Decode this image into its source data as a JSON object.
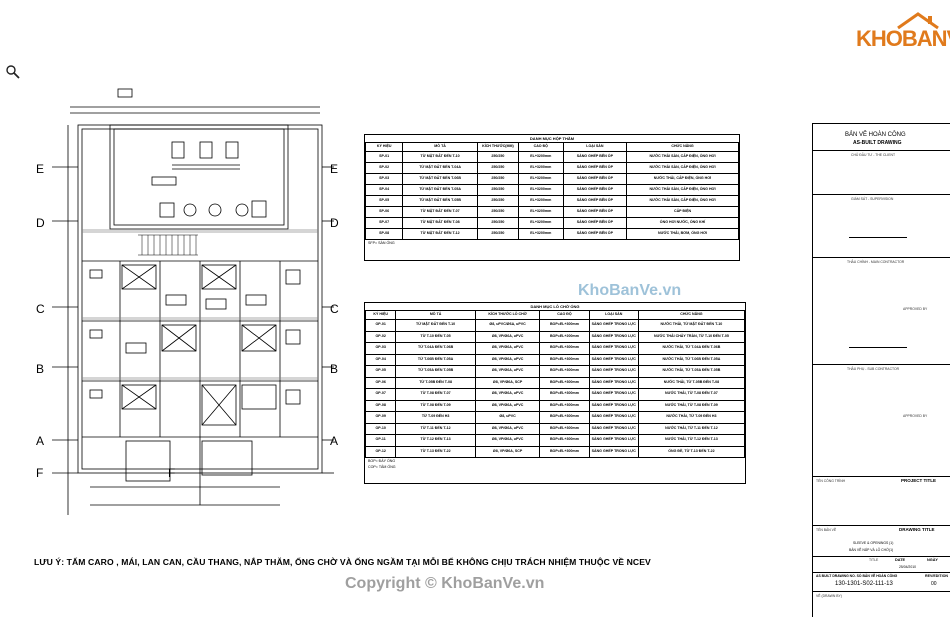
{
  "logo": {
    "text": "KHOBANVE"
  },
  "watermarks": {
    "center": "KhoBanVe.vn",
    "bottom": "Copyright © KhoBanVe.vn"
  },
  "note": "LƯU Ý: TẤM CARO , MÁI, LAN CAN, CẦU THANG, NẮP THĂM, ỐNG CHỜ VÀ ỐNG NGẦM TẠI MỖI BỂ KHÔNG CHỊU TRÁCH NHIỆM THUỘC VỀ NCEV",
  "plan": {
    "axes_left": [
      "E",
      "D",
      "C",
      "B",
      "A",
      "F"
    ],
    "axes_right": [
      "E",
      "D",
      "C",
      "B",
      "A",
      "F"
    ]
  },
  "table1": {
    "caption": "DANH MỤC HỘP THĂM",
    "headers": [
      "KÝ HIỆU",
      "MÔ TẢ",
      "KÍCH THƯỚC(MM)",
      "CAO ĐỘ",
      "LOẠI SÀN",
      "CHỨC NĂNG"
    ],
    "rows": [
      [
        "SP-01",
        "TỪ MẶT ĐẤT ĐẾN T-10",
        "250/250",
        "EL+3200mm",
        "SÀNG GHẾP BÊN ỐP",
        "NƯỚC THẢI SÀN, CẤP ĐIỆN, ỐNG HƠI"
      ],
      [
        "SP-02",
        "TỪ MẶT ĐẤT ĐẾN T-04A",
        "250/250",
        "EL+3200mm",
        "SÀNG GHẾP BÊN ỐP",
        "NƯỚC THẢI SÀN, CẤP ĐIỆN, ỐNG HƠI"
      ],
      [
        "SP-03",
        "TỪ MẶT ĐẤT ĐẾN T-06B",
        "250/250",
        "EL+3200mm",
        "SÀNG GHẾP BÊN ỐP",
        "NƯỚC THẢI, CẤP ĐIỆN, ỐNG HƠI"
      ],
      [
        "SP-04",
        "TỪ MẶT ĐẤT ĐẾN T-05A",
        "250/250",
        "EL+3200mm",
        "SÀNG GHẾP BÊN ỐP",
        "NƯỚC THẢI SÀN, CẤP ĐIỆN, ỐNG HƠI"
      ],
      [
        "SP-05",
        "TỪ MẶT ĐẤT ĐẾN T-05B",
        "250/250",
        "EL+3200mm",
        "SÀNG GHẾP BÊN ỐP",
        "NƯỚC THẢI SÀN, CẤP ĐIỆN, ỐNG HƠI"
      ],
      [
        "SP-06",
        "TỪ MẶT ĐẤT ĐẾN T-07",
        "250/250",
        "EL+3200mm",
        "SÀNG GHẾP BÊN ỐP",
        "CẤP ĐIỆN"
      ],
      [
        "SP-07",
        "TỪ MẶT ĐẤT ĐẾN T-08",
        "250/250",
        "EL+3200mm",
        "SÀNG GHẾP BÊN ỐP",
        "ỐNG HƠI NƯỚC, ỐNG KHÍ"
      ],
      [
        "SP-08",
        "TỪ MẶT ĐẤT ĐẾN T-12",
        "250/250",
        "EL+3200mm",
        "SÀNG GHẾP BÊN ỐP",
        "NƯỚC THẢI, BƠM, ỐNG HƠI"
      ]
    ],
    "note": "SFP= SÀN ỐNG"
  },
  "table2": {
    "caption": "DANH MỤC LỖ CHỜ ỐNG",
    "headers": [
      "KÝ HIỆU",
      "MÔ TẢ",
      "KÍCH THƯỚC LỖ CHỜ",
      "CAO ĐỘ",
      "LOẠI SÀN",
      "CHỨC NĂNG"
    ],
    "rows": [
      [
        "OP-01",
        "TỪ MẶT ĐẤT ĐẾN T-10",
        "Ø8, uPVC/Ø6A, uPVC",
        "BOP=EL+300mm",
        "SÀNG GHẾP TRONG LỰC",
        "NƯỚC THẢI, TỪ MẶT ĐẤT ĐẾN T-10"
      ],
      [
        "OP-02",
        "TỪ T-10 ĐẾN T-05",
        "Ø8, VP/Ø6A, uPVC",
        "BOP=EL+200mm",
        "SÀNG GHẾP TRONG LỰC",
        "NƯỚC THẢI CHẢY TRÀN, TỪ T-10 ĐẾN T-05"
      ],
      [
        "OP-03",
        "TỪ T-04A ĐẾN T-06B",
        "Ø8, VP/Ø6A, uPVC",
        "BOP=EL+300mm",
        "SÀNG GHẾP TRONG LỰC",
        "NƯỚC THẢI, TỪ T-04A ĐẾN T-06B"
      ],
      [
        "OP-04",
        "TỪ T-06B ĐẾN T-05A",
        "Ø8, VP/Ø6A, uPVC",
        "BOP=EL+300mm",
        "SÀNG GHẾP TRONG LỰC",
        "NƯỚC THẢI, TỪ T-06B ĐẾN T-05A"
      ],
      [
        "OP-05",
        "TỪ T-05A ĐẾN T-05B",
        "Ø8, VP/Ø6A, uPVC",
        "BOP=EL+300mm",
        "SÀNG GHẾP TRONG LỰC",
        "NƯỚC THẢI, TỪ T-05A ĐẾN T-05B"
      ],
      [
        "OP-06",
        "TỪ T-05B ĐẾN T-08",
        "Ø8, VP/Ø6A, SCP",
        "BOP=EL+300mm",
        "SÀNG GHẾP TRONG LỰC",
        "NƯỚC THẢI, TỪ T-05B ĐẾN T-08"
      ],
      [
        "OP-07",
        "TỪ T-08 ĐẾN T-07",
        "Ø8, VP/Ø6A, uPVC",
        "BOP=EL+300mm",
        "SÀNG GHẾP TRONG LỰC",
        "NƯỚC THẢI, TỪ T-08 ĐẾN T-07"
      ],
      [
        "OP-08",
        "TỪ T-08 ĐẾN T-09",
        "Ø8, VP/Ø6A, uPVC",
        "BOP=EL+300mm",
        "SÀNG GHẾP TRONG LỰC",
        "NƯỚC THẢI, TỪ T-08 ĐẾN T-09"
      ],
      [
        "OP-09",
        "TỪ T-09 ĐẾN H3",
        "Ø8, uPVC",
        "BOP=EL+300mm",
        "SÀNG GHẾP TRONG LỰC",
        "NƯỚC THẢI, TỪ T-09 ĐẾN H3"
      ],
      [
        "OP-10",
        "TỪ T-11 ĐẾN T-12",
        "Ø8, VP/Ø6A, uPVC",
        "BOP=EL+300mm",
        "SÀNG GHẾP TRONG LỰC",
        "NƯỚC THẢI, TỪ T-11 ĐẾN T-12"
      ],
      [
        "OP-11",
        "TỪ T-12 ĐẾN T-13",
        "Ø8, VP/Ø6A, uPVC",
        "BOP=EL+300mm",
        "SÀNG GHẾP TRONG LỰC",
        "NƯỚC THẢI, TỪ T-12 ĐẾN T-13"
      ],
      [
        "OP-12",
        "TỪ T-13 ĐẾN T-22",
        "Ø8, VP/Ø6A, SCP",
        "BOP=EL+300mm",
        "SÀNG GHẾP TRONG LỰC",
        "ỐNG ĐỀ, TỪ T-13 ĐẾN T-22"
      ]
    ],
    "notes": [
      "BOP= ĐÁY ỐNG",
      "COP= TÂM ỐNG"
    ]
  },
  "title_block": {
    "header_1": "BẢN VẼ HOÀN CÔNG",
    "header_2": "AS-BUILT DRAWING",
    "client": "CHỦ ĐẦU TƯ - THE CLIENT",
    "supervision": "GIÁM SÁT - SUPERVISION",
    "main_contractor": "THẦU CHÍNH - MAIN CONTRACTOR",
    "approved_1": "APPROVED BY",
    "sub_contractor": "THẦU PHỤ - SUB CONTRACTOR",
    "approved_2": "APPROVED BY",
    "project_vi": "TÊN CÔNG TRÌNH",
    "project_en": "PROJECT TITLE",
    "drawing_vi": "TÊN BẢN VẼ",
    "drawing_en": "DRAWING TITLE",
    "drawing_name_1": "SLEEVE & OPENINGS (1)",
    "drawing_name_2": "BẢN VẼ NẮP VÀ LỖ CHỜ(1)",
    "title_label": "TITLE",
    "date_label": "DATE",
    "date_value": "25/04/2010",
    "date_vi": "NGÀY",
    "number_label": "AS BUILT DRAWING NO. SỐ BẢN VẼ HOÀN CÔNG",
    "number_value": "130-1301-S02-111-13",
    "rev_label": "REV/EDITION",
    "rev_value": "00",
    "drawn_by": "VẼ (DRAWN BY)"
  }
}
